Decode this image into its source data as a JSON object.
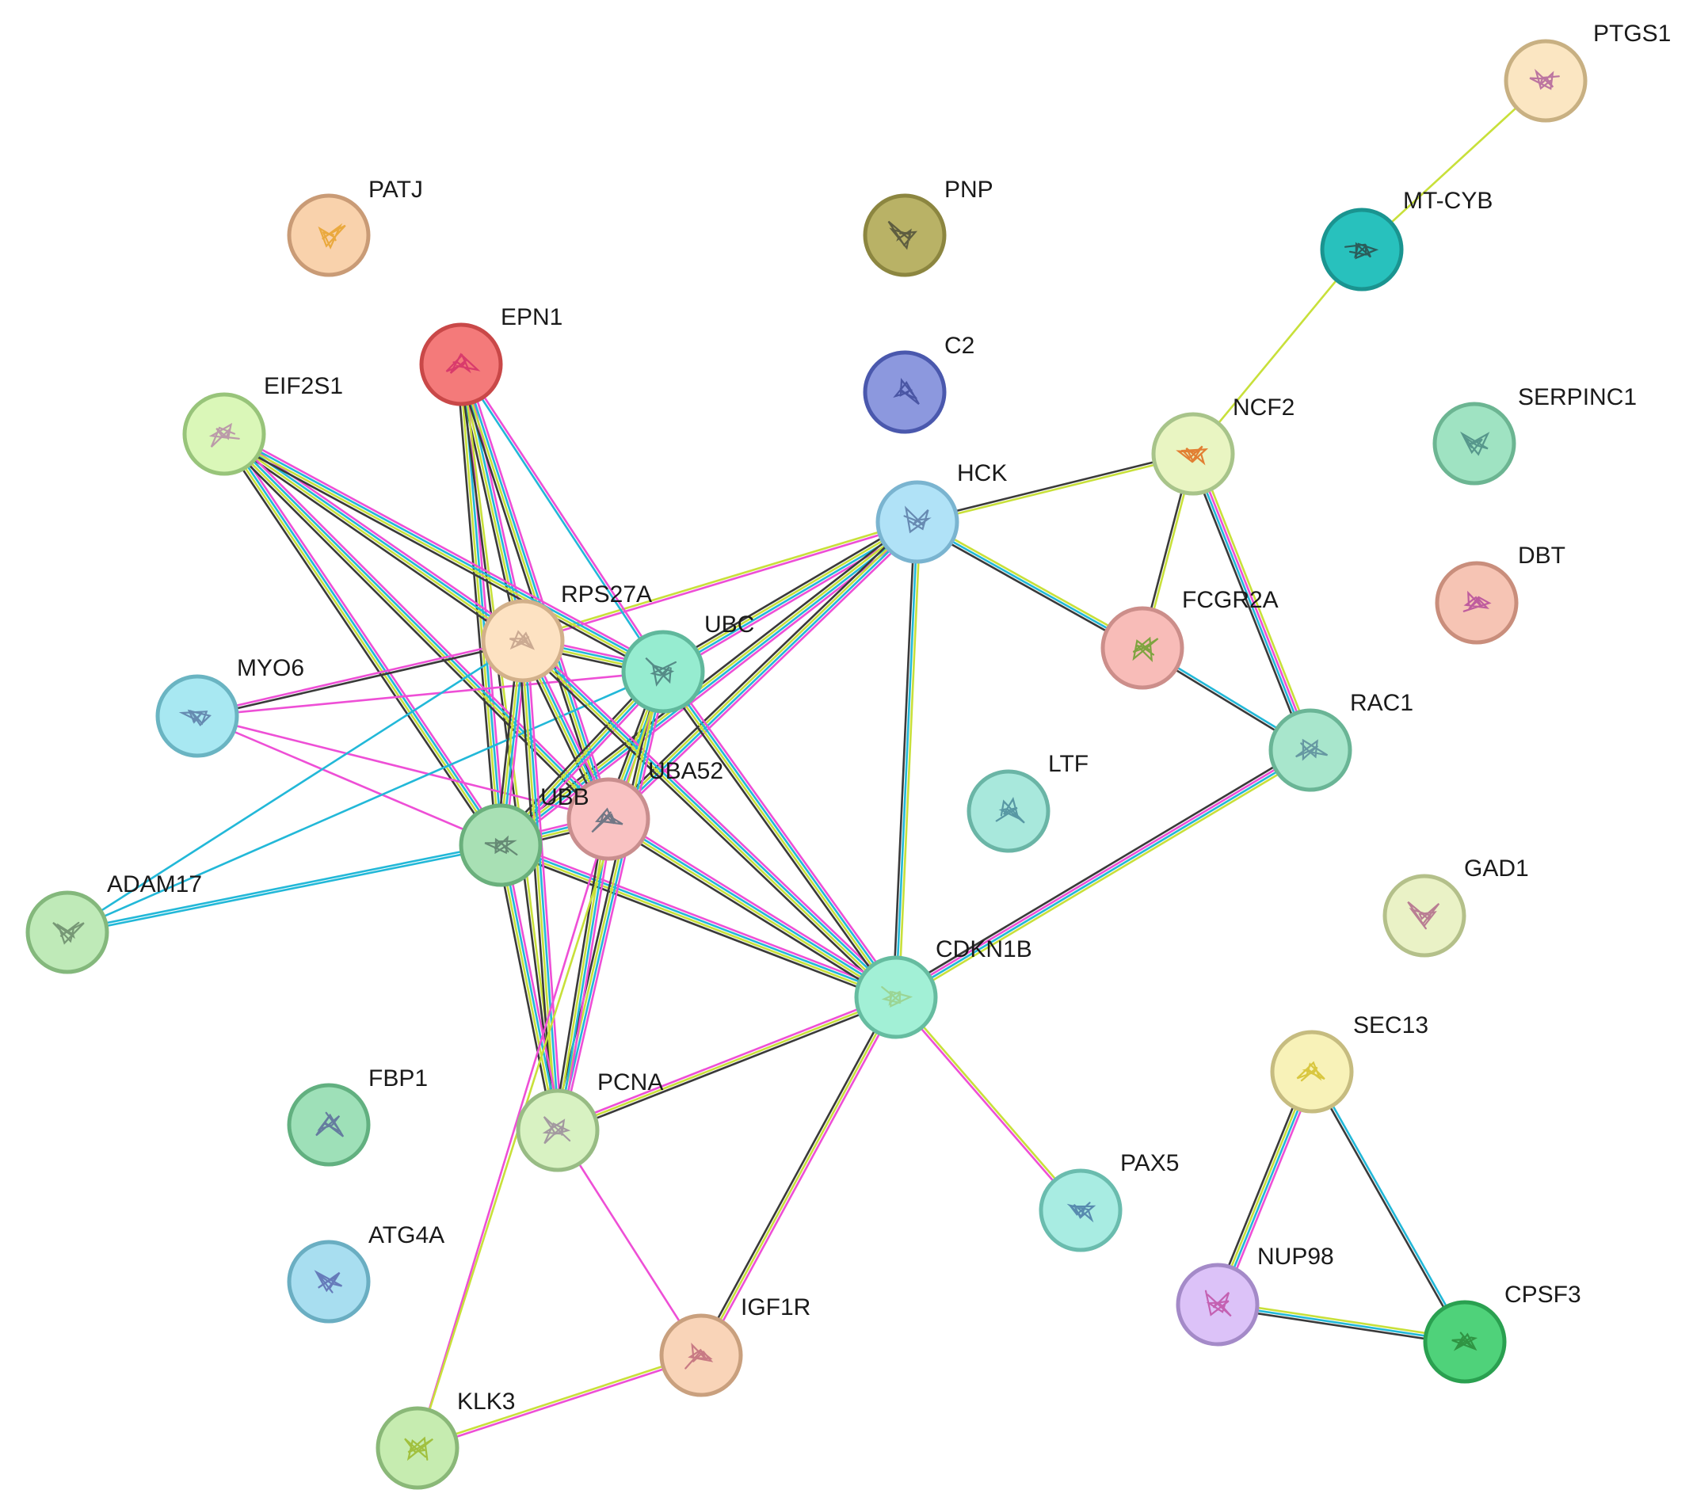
{
  "nodes": [
    {
      "id": "PTGS1",
      "label": "PTGS1",
      "fill": "#fbe6c2",
      "ring": "#c8b082",
      "glyph": "#b0609a"
    },
    {
      "id": "PATJ",
      "label": "PATJ",
      "fill": "#f9d2ac",
      "ring": "#c99b76",
      "glyph": "#e7a22a"
    },
    {
      "id": "PNP",
      "label": "PNP",
      "fill": "#b9b266",
      "ring": "#8c8640",
      "glyph": "#4e4e3a"
    },
    {
      "id": "MT-CYB",
      "label": "MT-CYB",
      "fill": "#28c1bd",
      "ring": "#1a9490",
      "glyph": "#2b4b4a"
    },
    {
      "id": "EPN1",
      "label": "EPN1",
      "fill": "#f47a7a",
      "ring": "#c94848",
      "glyph": "#d4306a"
    },
    {
      "id": "C2",
      "label": "C2",
      "fill": "#8c98de",
      "ring": "#4a58ad",
      "glyph": "#3e4a9a"
    },
    {
      "id": "EIF2S1",
      "label": "EIF2S1",
      "fill": "#daf7b8",
      "ring": "#98c47a",
      "glyph": "#b58aa6"
    },
    {
      "id": "NCF2",
      "label": "NCF2",
      "fill": "#e9f5c2",
      "ring": "#a8c48a",
      "glyph": "#e06a1a"
    },
    {
      "id": "SERPINC1",
      "label": "SERPINC1",
      "fill": "#9fe3c2",
      "ring": "#6cb592",
      "glyph": "#4a8a82"
    },
    {
      "id": "HCK",
      "label": "HCK",
      "fill": "#b0e2f7",
      "ring": "#7ab4d0",
      "glyph": "#5a7aa6"
    },
    {
      "id": "DBT",
      "label": "DBT",
      "fill": "#f6c4b4",
      "ring": "#c98e7c",
      "glyph": "#b54a9a"
    },
    {
      "id": "RPS27A",
      "label": "RPS27A",
      "fill": "#fde2c2",
      "ring": "#d2b08a",
      "glyph": "#c2a08a"
    },
    {
      "id": "FCGR2A",
      "label": "FCGR2A",
      "fill": "#f8bcb8",
      "ring": "#cc8e8a",
      "glyph": "#6aa02a"
    },
    {
      "id": "UBC",
      "label": "UBC",
      "fill": "#96ecd0",
      "ring": "#60b89c",
      "glyph": "#4a7a7a"
    },
    {
      "id": "MYO6",
      "label": "MYO6",
      "fill": "#a8e8f2",
      "ring": "#6ab4c2",
      "glyph": "#5a7aa6"
    },
    {
      "id": "RAC1",
      "label": "RAC1",
      "fill": "#a8e6cc",
      "ring": "#6ab596",
      "glyph": "#5a8a9a"
    },
    {
      "id": "LTF",
      "label": "LTF",
      "fill": "#a8e8dc",
      "ring": "#6ab5a6",
      "glyph": "#4a8a9a"
    },
    {
      "id": "UBA52",
      "label": "UBA52",
      "fill": "#f9c2c2",
      "ring": "#c98e8e",
      "glyph": "#5a6a7a"
    },
    {
      "id": "UBB",
      "label": "UBB",
      "fill": "#a8e0b4",
      "ring": "#6ab07c",
      "glyph": "#5a7a6a"
    },
    {
      "id": "ADAM17",
      "label": "ADAM17",
      "fill": "#bfeab8",
      "ring": "#84b87c",
      "glyph": "#6a8a6a"
    },
    {
      "id": "GAD1",
      "label": "GAD1",
      "fill": "#eaf2c6",
      "ring": "#b4c08a",
      "glyph": "#b06a8a"
    },
    {
      "id": "CDKN1B",
      "label": "CDKN1B",
      "fill": "#a2f0d6",
      "ring": "#66bca0",
      "glyph": "#9ad08a"
    },
    {
      "id": "SEC13",
      "label": "SEC13",
      "fill": "#f8f2b8",
      "ring": "#c6bc80",
      "glyph": "#d4c02a"
    },
    {
      "id": "FBP1",
      "label": "FBP1",
      "fill": "#9ee0b8",
      "ring": "#62b080",
      "glyph": "#5a6a9a"
    },
    {
      "id": "PCNA",
      "label": "PCNA",
      "fill": "#d8f2c2",
      "ring": "#98bc84",
      "glyph": "#9a8a9a"
    },
    {
      "id": "PAX5",
      "label": "PAX5",
      "fill": "#a8ece2",
      "ring": "#6abcae",
      "glyph": "#4a7aa6"
    },
    {
      "id": "ATG4A",
      "label": "ATG4A",
      "fill": "#a8def0",
      "ring": "#6aaec2",
      "glyph": "#5a6ab0"
    },
    {
      "id": "NUP98",
      "label": "NUP98",
      "fill": "#dcc2f8",
      "ring": "#a48ac8",
      "glyph": "#c050a6"
    },
    {
      "id": "IGF1R",
      "label": "IGF1R",
      "fill": "#f9d4b8",
      "ring": "#c9a07e",
      "glyph": "#c06a7a"
    },
    {
      "id": "CPSF3",
      "label": "CPSF3",
      "fill": "#4fd27a",
      "ring": "#2aa050",
      "glyph": "#2a8a3a"
    },
    {
      "id": "KLK3",
      "label": "KLK3",
      "fill": "#c6ecb0",
      "ring": "#8ab878",
      "glyph": "#9ab82a"
    }
  ],
  "edges": [
    {
      "a": "PTGS1",
      "b": "MT-CYB",
      "types": [
        "textmining"
      ]
    },
    {
      "a": "MT-CYB",
      "b": "NCF2",
      "types": [
        "textmining"
      ]
    },
    {
      "a": "NCF2",
      "b": "HCK",
      "types": [
        "textmining",
        "coexpression"
      ]
    },
    {
      "a": "NCF2",
      "b": "FCGR2A",
      "types": [
        "textmining",
        "coexpression"
      ]
    },
    {
      "a": "NCF2",
      "b": "RAC1",
      "types": [
        "textmining",
        "experimental",
        "database",
        "coexpression"
      ]
    },
    {
      "a": "HCK",
      "b": "FCGR2A",
      "types": [
        "textmining",
        "database",
        "coexpression"
      ]
    },
    {
      "a": "FCGR2A",
      "b": "RAC1",
      "types": [
        "database",
        "coexpression"
      ]
    },
    {
      "a": "RAC1",
      "b": "CDKN1B",
      "types": [
        "textmining",
        "database",
        "experimental",
        "coexpression"
      ]
    },
    {
      "a": "HCK",
      "b": "CDKN1B",
      "types": [
        "textmining",
        "database",
        "coexpression"
      ]
    },
    {
      "a": "HCK",
      "b": "RPS27A",
      "types": [
        "experimental",
        "textmining"
      ]
    },
    {
      "a": "HCK",
      "b": "UBC",
      "types": [
        "experimental",
        "database",
        "textmining",
        "coexpression"
      ]
    },
    {
      "a": "HCK",
      "b": "UBB",
      "types": [
        "experimental",
        "database",
        "textmining",
        "coexpression"
      ]
    },
    {
      "a": "HCK",
      "b": "UBA52",
      "types": [
        "experimental",
        "database",
        "textmining",
        "coexpression"
      ]
    },
    {
      "a": "EPN1",
      "b": "RPS27A",
      "types": [
        "experimental",
        "database",
        "textmining",
        "coexpression"
      ]
    },
    {
      "a": "EPN1",
      "b": "UBC",
      "types": [
        "experimental",
        "database"
      ]
    },
    {
      "a": "EPN1",
      "b": "UBB",
      "types": [
        "experimental",
        "database",
        "textmining",
        "coexpression"
      ]
    },
    {
      "a": "EPN1",
      "b": "UBA52",
      "types": [
        "experimental",
        "database",
        "textmining",
        "coexpression"
      ]
    },
    {
      "a": "EPN1",
      "b": "PCNA",
      "types": [
        "textmining",
        "coexpression"
      ]
    },
    {
      "a": "EIF2S1",
      "b": "RPS27A",
      "types": [
        "experimental",
        "database",
        "textmining",
        "coexpression"
      ]
    },
    {
      "a": "EIF2S1",
      "b": "UBC",
      "types": [
        "experimental",
        "database",
        "textmining",
        "coexpression"
      ]
    },
    {
      "a": "EIF2S1",
      "b": "UBB",
      "types": [
        "experimental",
        "database",
        "textmining",
        "coexpression"
      ]
    },
    {
      "a": "EIF2S1",
      "b": "UBA52",
      "types": [
        "experimental",
        "database",
        "textmining",
        "coexpression"
      ]
    },
    {
      "a": "MYO6",
      "b": "RPS27A",
      "types": [
        "experimental",
        "coexpression"
      ]
    },
    {
      "a": "MYO6",
      "b": "UBC",
      "types": [
        "experimental"
      ]
    },
    {
      "a": "MYO6",
      "b": "UBB",
      "types": [
        "experimental"
      ]
    },
    {
      "a": "MYO6",
      "b": "UBA52",
      "types": [
        "experimental"
      ]
    },
    {
      "a": "ADAM17",
      "b": "UBB",
      "types": [
        "database",
        "database"
      ]
    },
    {
      "a": "ADAM17",
      "b": "UBC",
      "types": [
        "database"
      ]
    },
    {
      "a": "ADAM17",
      "b": "RPS27A",
      "types": [
        "database"
      ]
    },
    {
      "a": "RPS27A",
      "b": "UBC",
      "types": [
        "experimental",
        "database",
        "textmining",
        "coexpression"
      ]
    },
    {
      "a": "RPS27A",
      "b": "UBB",
      "types": [
        "experimental",
        "database",
        "textmining",
        "coexpression"
      ]
    },
    {
      "a": "RPS27A",
      "b": "UBA52",
      "types": [
        "experimental",
        "database",
        "textmining",
        "coexpression"
      ]
    },
    {
      "a": "UBC",
      "b": "UBB",
      "types": [
        "experimental",
        "database",
        "textmining",
        "coexpression"
      ]
    },
    {
      "a": "UBC",
      "b": "UBA52",
      "types": [
        "experimental",
        "database",
        "textmining",
        "coexpression"
      ]
    },
    {
      "a": "UBB",
      "b": "UBA52",
      "types": [
        "experimental",
        "database",
        "textmining",
        "coexpression"
      ]
    },
    {
      "a": "RPS27A",
      "b": "CDKN1B",
      "types": [
        "experimental",
        "database",
        "textmining",
        "coexpression"
      ]
    },
    {
      "a": "UBC",
      "b": "CDKN1B",
      "types": [
        "experimental",
        "database",
        "textmining",
        "coexpression"
      ]
    },
    {
      "a": "UBB",
      "b": "CDKN1B",
      "types": [
        "experimental",
        "database",
        "textmining",
        "coexpression"
      ]
    },
    {
      "a": "UBA52",
      "b": "CDKN1B",
      "types": [
        "experimental",
        "database",
        "textmining",
        "coexpression"
      ]
    },
    {
      "a": "RPS27A",
      "b": "PCNA",
      "types": [
        "experimental",
        "database",
        "textmining",
        "coexpression"
      ]
    },
    {
      "a": "UBC",
      "b": "PCNA",
      "types": [
        "experimental",
        "database",
        "textmining",
        "coexpression"
      ]
    },
    {
      "a": "UBB",
      "b": "PCNA",
      "types": [
        "experimental",
        "database",
        "textmining",
        "coexpression"
      ]
    },
    {
      "a": "UBA52",
      "b": "PCNA",
      "types": [
        "experimental",
        "database",
        "textmining",
        "coexpression"
      ]
    },
    {
      "a": "UBA52",
      "b": "KLK3",
      "types": [
        "experimental"
      ]
    },
    {
      "a": "UBC",
      "b": "KLK3",
      "types": [
        "textmining"
      ]
    },
    {
      "a": "PCNA",
      "b": "CDKN1B",
      "types": [
        "experimental",
        "textmining",
        "coexpression"
      ]
    },
    {
      "a": "PCNA",
      "b": "IGF1R",
      "types": [
        "experimental"
      ]
    },
    {
      "a": "CDKN1B",
      "b": "IGF1R",
      "types": [
        "experimental",
        "textmining",
        "coexpression"
      ]
    },
    {
      "a": "CDKN1B",
      "b": "PAX5",
      "types": [
        "textmining",
        "experimental"
      ]
    },
    {
      "a": "IGF1R",
      "b": "KLK3",
      "types": [
        "experimental",
        "textmining"
      ]
    },
    {
      "a": "SEC13",
      "b": "NUP98",
      "types": [
        "experimental",
        "database",
        "textmining",
        "coexpression"
      ]
    },
    {
      "a": "SEC13",
      "b": "CPSF3",
      "types": [
        "database",
        "coexpression"
      ]
    },
    {
      "a": "NUP98",
      "b": "CPSF3",
      "types": [
        "textmining",
        "database",
        "coexpression"
      ]
    }
  ],
  "edge_colors": {
    "textmining": "#c8e03a",
    "experimental": "#ee4fd6",
    "database": "#22b8d8",
    "coexpression": "#3a3a3a"
  }
}
